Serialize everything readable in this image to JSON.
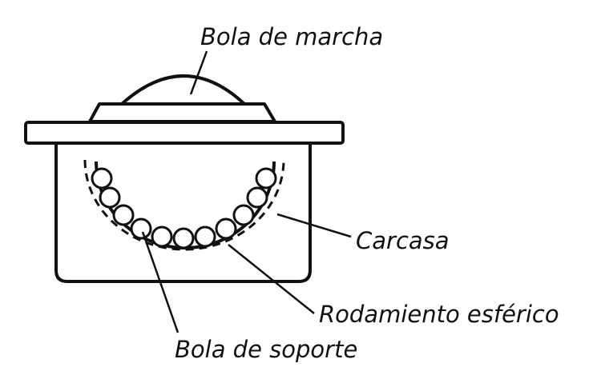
{
  "labels": {
    "running_ball": "Bola de marcha",
    "housing": "Carcasa",
    "ball_bearing": "Rodamiento esférico",
    "support_ball": "Bola de soporte"
  },
  "colors": {
    "stroke": "#111111",
    "background": "#ffffff"
  }
}
